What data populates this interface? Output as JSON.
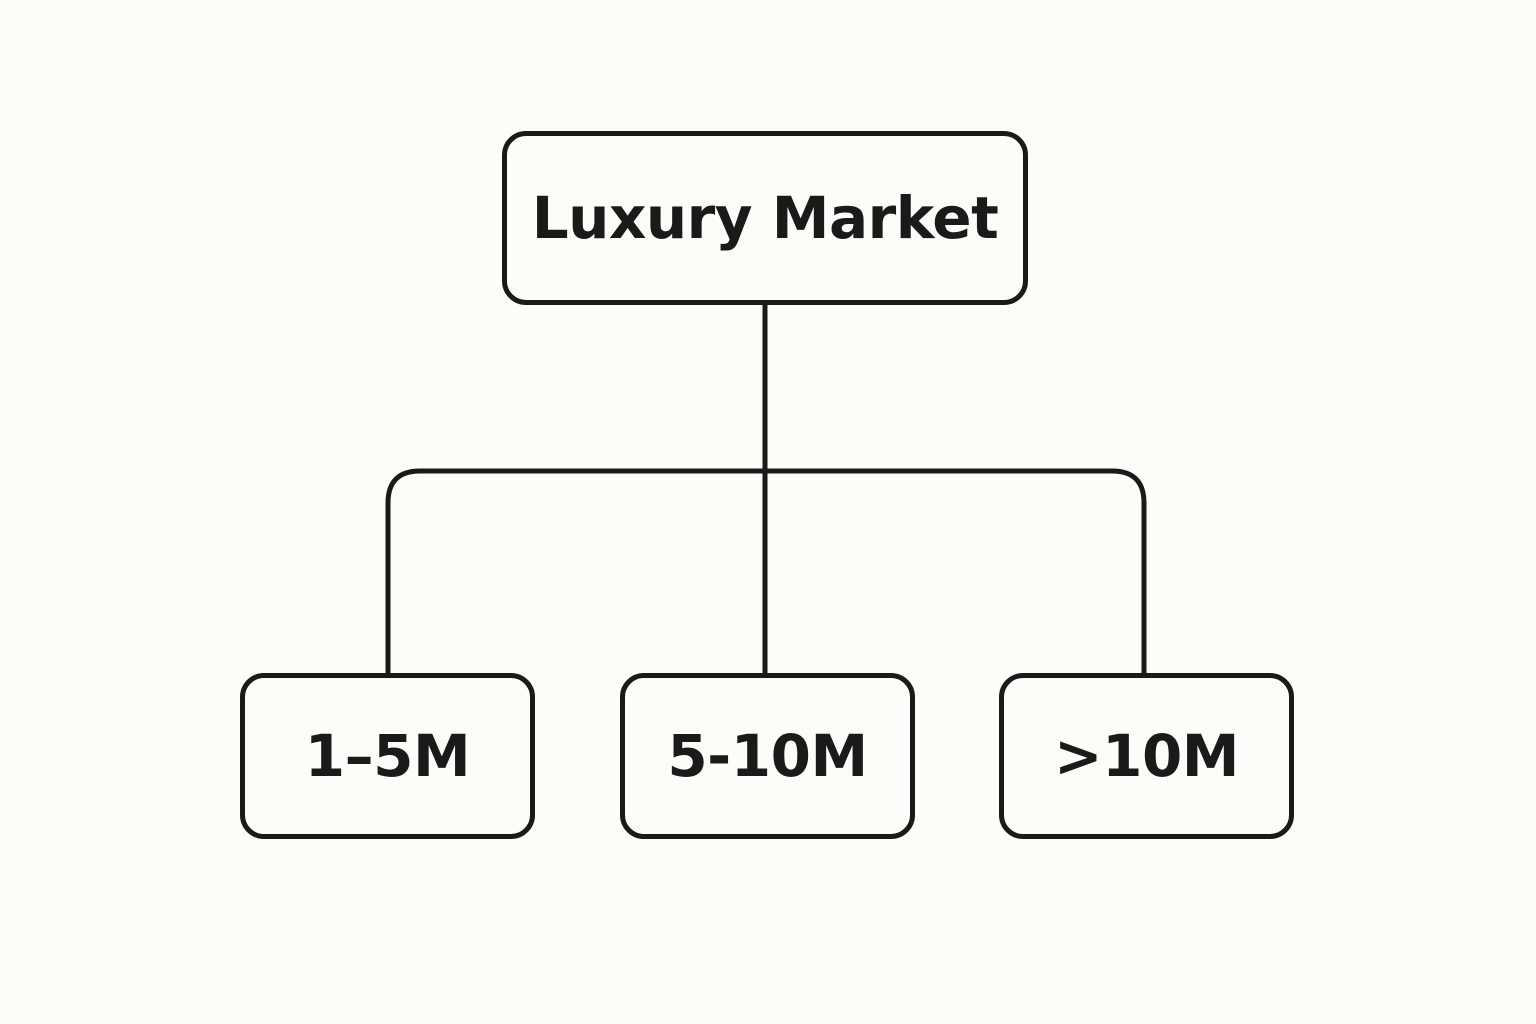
{
  "diagram": {
    "root": {
      "label": "Luxury Market"
    },
    "children": [
      {
        "label": "1–5M"
      },
      {
        "label": "5-10M"
      },
      {
        "label": ">10M"
      }
    ]
  },
  "colors": {
    "background": "#fdfcf8",
    "stroke": "#1a1a1a",
    "text": "#1a1a1a"
  }
}
